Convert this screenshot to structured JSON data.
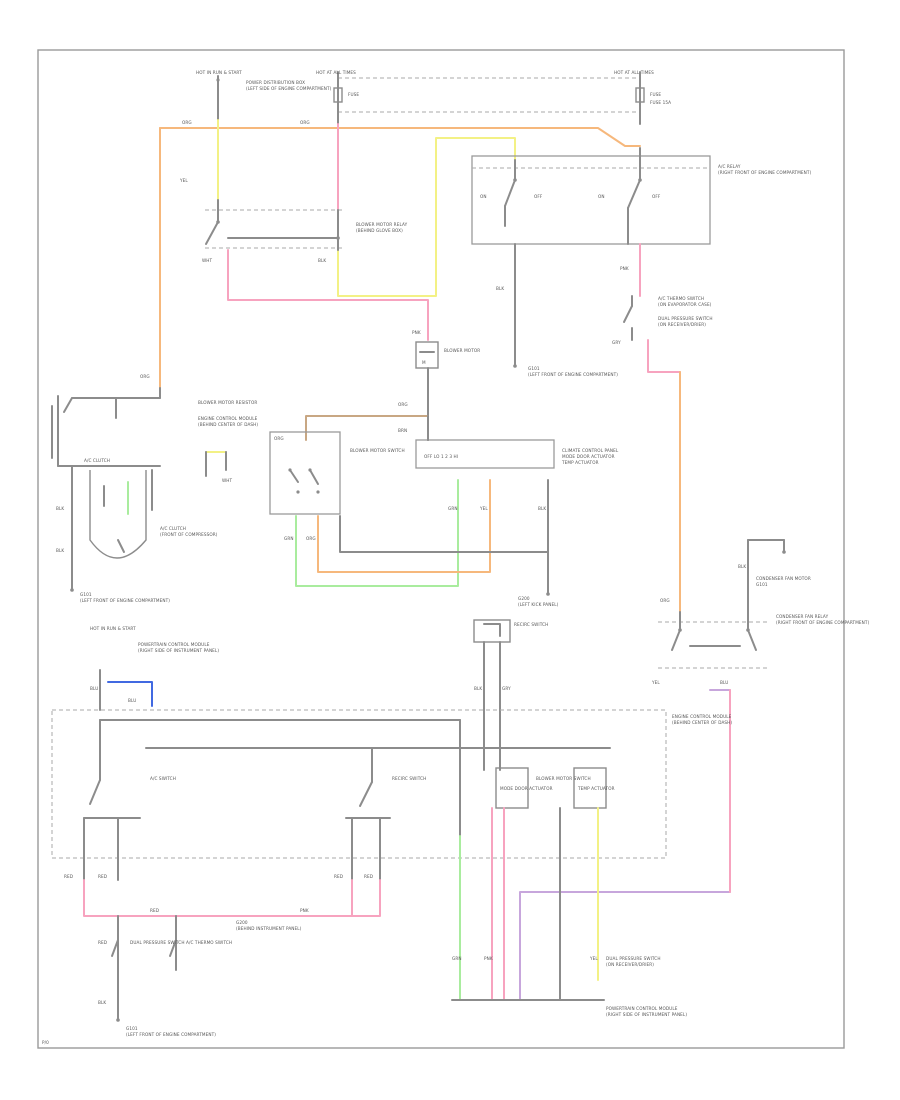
{
  "colors": {
    "frame": "#9a9a9a",
    "wire_gray": "#8c8c8c",
    "wire_orange": "#f6b87c",
    "wire_pink": "#f7a3bf",
    "wire_yellow": "#f3f185",
    "wire_tan": "#c8a783",
    "wire_green": "#a9ec9e",
    "wire_blue": "#4169e1",
    "background": "#ffffff"
  },
  "labels": {
    "hot_all_times_top": "HOT IN RUN & START",
    "hot_all_times_top_2": "HOT AT ALL TIMES",
    "fuse_top_left": "FUSE",
    "fuse_top_right": "FUSE",
    "fuse_box": "POWER DISTRIBUTION BOX",
    "fuse_box_2": "(LEFT SIDE OF ENGINE COMPARTMENT)",
    "fuse_box_right": "FUSE 15A",
    "blower_relay_note": "BLOWER MOTOR RELAY",
    "blower_relay_note_2": "(BEHIND GLOVE BOX)",
    "ac_relay": "A/C RELAY",
    "ac_relay_2": "(RIGHT FRONT OF ENGINE COMPARTMENT)",
    "ac_clutch": "A/C CLUTCH",
    "ac_clutch_2": "(FRONT OF COMPRESSOR)",
    "ground_g1": "G101",
    "ground_g1_note": "(LEFT FRONT OF ENGINE COMPARTMENT)",
    "ground_g2": "G200",
    "ground_g2_note": "(LEFT KICK PANEL)",
    "ground_g3": "G200",
    "ground_g3_note": "(BEHIND INSTRUMENT PANEL)",
    "blower_motor": "BLOWER MOTOR",
    "blower_resistor": "BLOWER MOTOR RESISTOR",
    "blower_switch": "BLOWER MOTOR SWITCH",
    "blower_switch_2": "OFF LO 1 2 3 HI",
    "control_panel": "CLIMATE CONTROL PANEL",
    "a_c_switch": "A/C SWITCH",
    "recirc_switch": "RECIRC SWITCH",
    "mode_door": "MODE DOOR ACTUATOR",
    "temp_actuator": "TEMP ACTUATOR",
    "dual_pressure": "DUAL PRESSURE SWITCH",
    "dual_pressure_2": "(ON RECEIVER/DRIER)",
    "ecm": "ENGINE CONTROL MODULE",
    "ecm_2": "(BEHIND CENTER OF DASH)",
    "pcm_bottom": "POWERTRAIN CONTROL MODULE",
    "pcm_bottom_2": "(RIGHT SIDE OF INSTRUMENT PANEL)",
    "thermo_switch": "A/C THERMO SWITCH",
    "thermo_switch_2": "(ON EVAPORATOR CASE)",
    "fan_relay": "CONDENSER FAN RELAY",
    "fan_relay_2": "(RIGHT FRONT OF ENGINE COMPARTMENT)",
    "fan_motor": "CONDENSER FAN MOTOR",
    "wire_wht": "WHT",
    "wire_blk": "BLK",
    "wire_red": "RED",
    "wire_org": "ORG",
    "wire_pnk": "PNK",
    "wire_yel": "YEL",
    "wire_grn": "GRN",
    "wire_brn": "BRN",
    "wire_blu": "BLU",
    "wire_gry": "GRY",
    "rel_on": "ON",
    "rel_off": "OFF",
    "footer_id": "P/0"
  }
}
